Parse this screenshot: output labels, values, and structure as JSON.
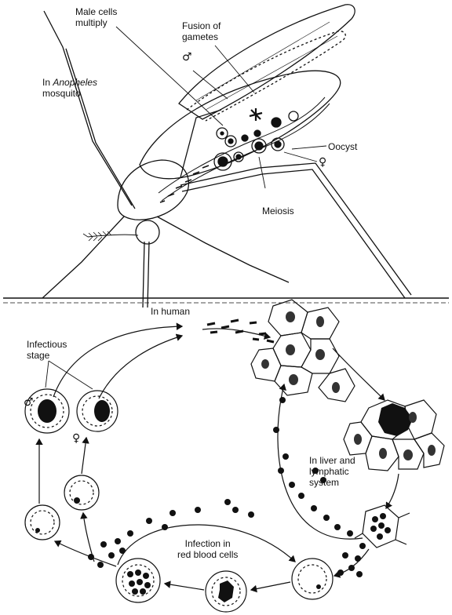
{
  "labels": {
    "male_cells_l1": "Male cells",
    "male_cells_l2": "multiply",
    "fusion_l1": "Fusion of",
    "fusion_l2": "gametes",
    "mosquito_prefix": "In ",
    "mosquito_genus": "Anopheles",
    "mosquito_l2": "mosquito",
    "oocyst": "Oocyst",
    "meiosis": "Meiosis",
    "in_human": "In human",
    "infectious_l1": "Infectious",
    "infectious_l2": "stage",
    "liver_l1": "In liver and",
    "liver_l2": "lymphatic",
    "liver_l3": "system",
    "rbc_l1": "Infection in",
    "rbc_l2": "red blood cells"
  },
  "symbols": {
    "male": "♂",
    "female": "♀"
  },
  "colors": {
    "ink": "#111111",
    "paper": "#ffffff"
  }
}
